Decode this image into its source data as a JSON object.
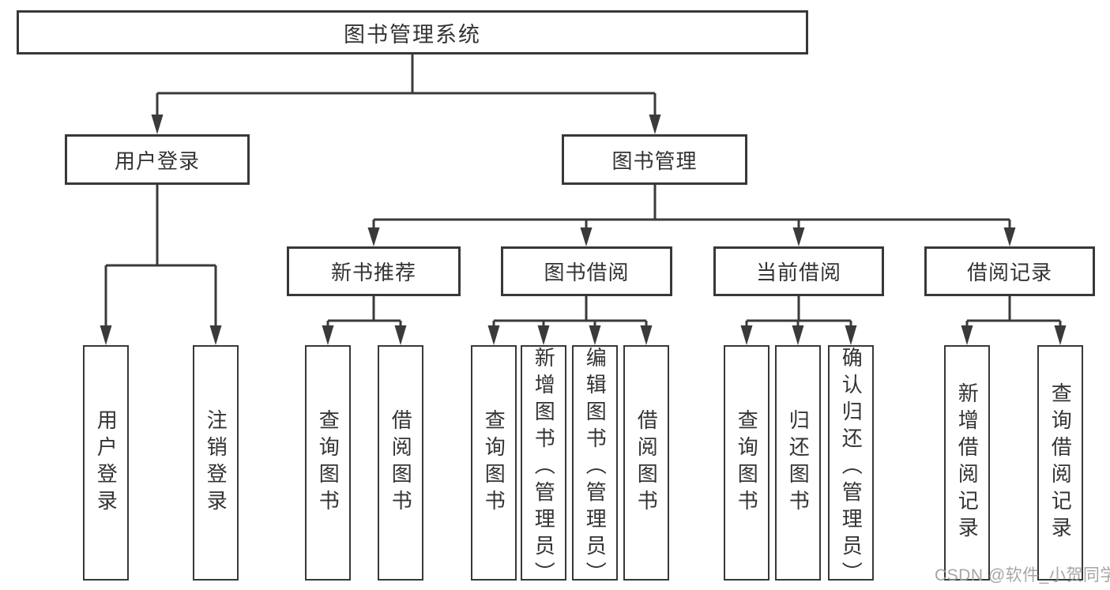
{
  "diagram": {
    "root": "图书管理系统",
    "level2": [
      {
        "label": "用户登录",
        "children": [
          "用户登录",
          "注销登录"
        ]
      },
      {
        "label": "图书管理",
        "sections": [
          {
            "label": "新书推荐",
            "children": [
              "查询图书",
              "借阅图书"
            ]
          },
          {
            "label": "图书借阅",
            "children": [
              "查询图书",
              "新增图书（管理员）",
              "编辑图书（管理员）",
              "借阅图书"
            ]
          },
          {
            "label": "当前借阅",
            "children": [
              "查询图书",
              "归还图书",
              "确认归还（管理员）"
            ]
          },
          {
            "label": "借阅记录",
            "children": [
              "新增借阅记录",
              "查询借阅记录"
            ]
          }
        ]
      }
    ]
  },
  "watermark": {
    "text": "CSDN @软件_小贺同学",
    "color": "#9e9e9e"
  },
  "colors": {
    "line": "#3a3a3a",
    "border": "#383838",
    "text": "#333333",
    "background": "#ffffff"
  }
}
